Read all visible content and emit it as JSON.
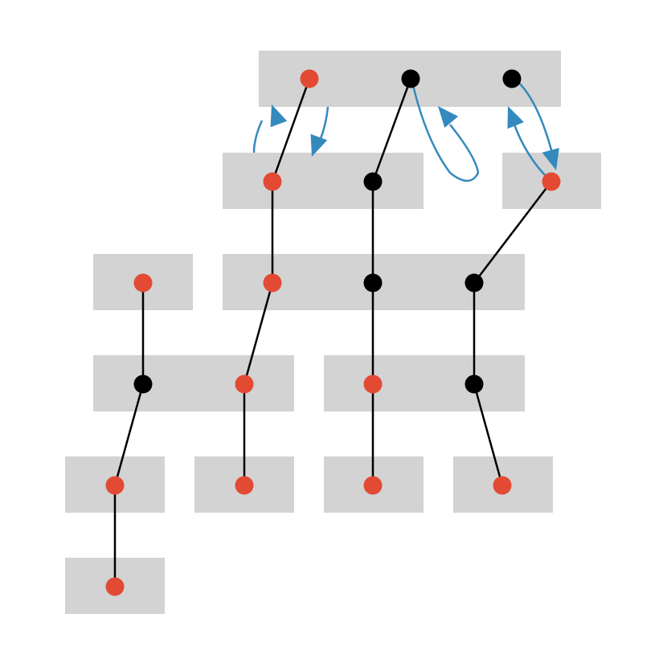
{
  "colors": {
    "box": "#d3d3d3",
    "node_red": "#e24a33",
    "node_black": "#000000",
    "edge": "#000000",
    "arrow": "#348abd"
  },
  "nodes": [
    {
      "id": "a0",
      "color": "red"
    },
    {
      "id": "a1",
      "color": "black"
    },
    {
      "id": "a2",
      "color": "black"
    },
    {
      "id": "b0",
      "color": "red"
    },
    {
      "id": "b1",
      "color": "black"
    },
    {
      "id": "b2",
      "color": "red"
    },
    {
      "id": "c0",
      "color": "red"
    },
    {
      "id": "c1",
      "color": "red"
    },
    {
      "id": "c2",
      "color": "black"
    },
    {
      "id": "c3",
      "color": "black"
    },
    {
      "id": "d0",
      "color": "black"
    },
    {
      "id": "d1",
      "color": "red"
    },
    {
      "id": "d2",
      "color": "red"
    },
    {
      "id": "d3",
      "color": "black"
    },
    {
      "id": "e0",
      "color": "red"
    },
    {
      "id": "e1",
      "color": "red"
    },
    {
      "id": "e2",
      "color": "red"
    },
    {
      "id": "e3",
      "color": "red"
    },
    {
      "id": "f0",
      "color": "red"
    }
  ],
  "edges": [
    [
      "a0",
      "b0"
    ],
    [
      "a1",
      "b1"
    ],
    [
      "b2",
      "c3"
    ],
    [
      "b0",
      "c1"
    ],
    [
      "b1",
      "c2"
    ],
    [
      "c0",
      "d0"
    ],
    [
      "c1",
      "d1"
    ],
    [
      "c2",
      "d2"
    ],
    [
      "c3",
      "d3"
    ],
    [
      "d0",
      "e0"
    ],
    [
      "d1",
      "e1"
    ],
    [
      "d2",
      "e2"
    ],
    [
      "d3",
      "e3"
    ],
    [
      "e0",
      "f0"
    ]
  ],
  "arrows": [
    {
      "from": "b0-box",
      "to": "a0-box"
    },
    {
      "from": "a0-box",
      "to": "b0-box"
    },
    {
      "from": "a1",
      "to": "a1",
      "type": "self-loop"
    },
    {
      "from": "b2",
      "to": "a2"
    },
    {
      "from": "a2",
      "to": "b2"
    }
  ]
}
